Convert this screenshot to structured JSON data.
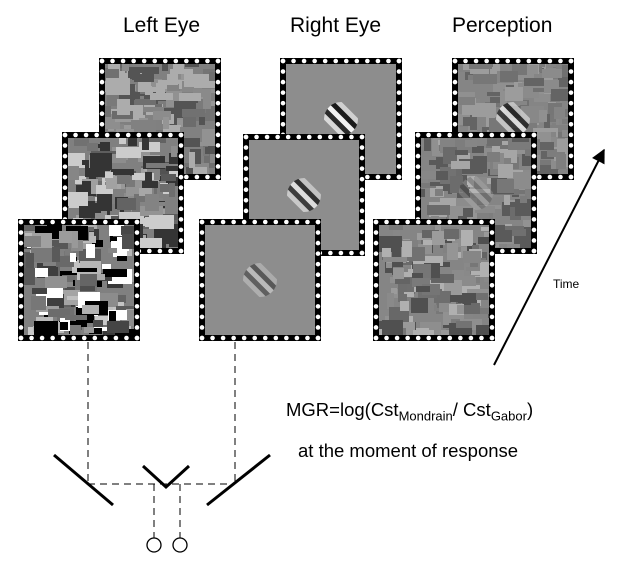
{
  "columns": {
    "left_eye": "Left Eye",
    "right_eye": "Right Eye",
    "perception": "Perception"
  },
  "time_label": "Time",
  "formula": {
    "prefix": "MGR=log(Cst",
    "sub1": "Mondrain",
    "mid": "/ Cst",
    "sub2": "Gabor",
    "suffix": ")",
    "line2": "at the moment of response"
  },
  "colors": {
    "ink": "#000000",
    "gabor_bg": "#8d8d8d"
  }
}
